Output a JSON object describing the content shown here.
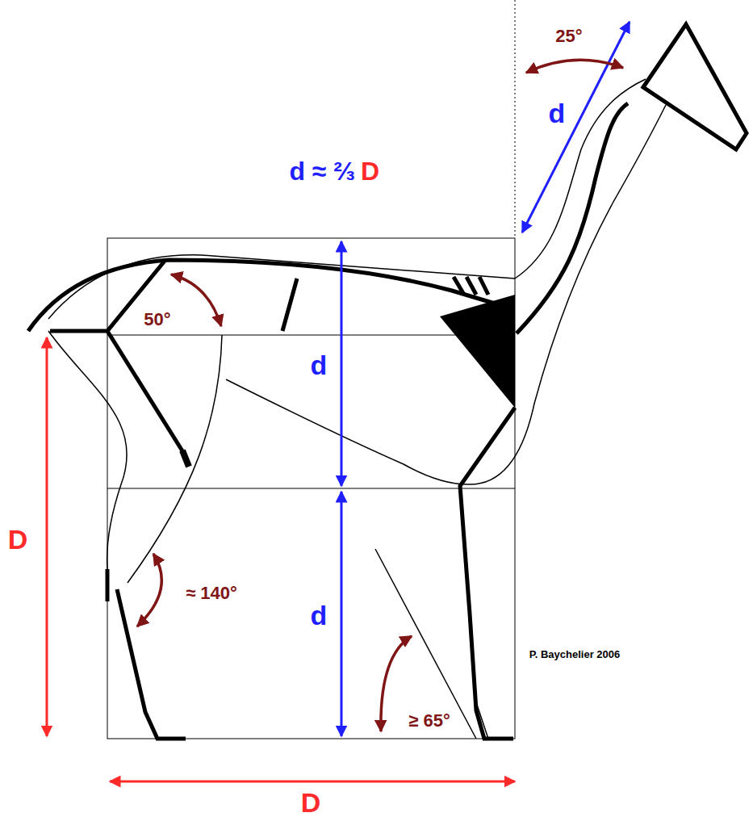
{
  "diagram": {
    "labels": [
      "25°",
      "d",
      "d ≈ ⅔",
      "D",
      "50°",
      "d",
      "D",
      "≈ 140°",
      "d",
      "P. Baychelier 2006",
      "≥ 65°",
      "D"
    ]
  }
}
